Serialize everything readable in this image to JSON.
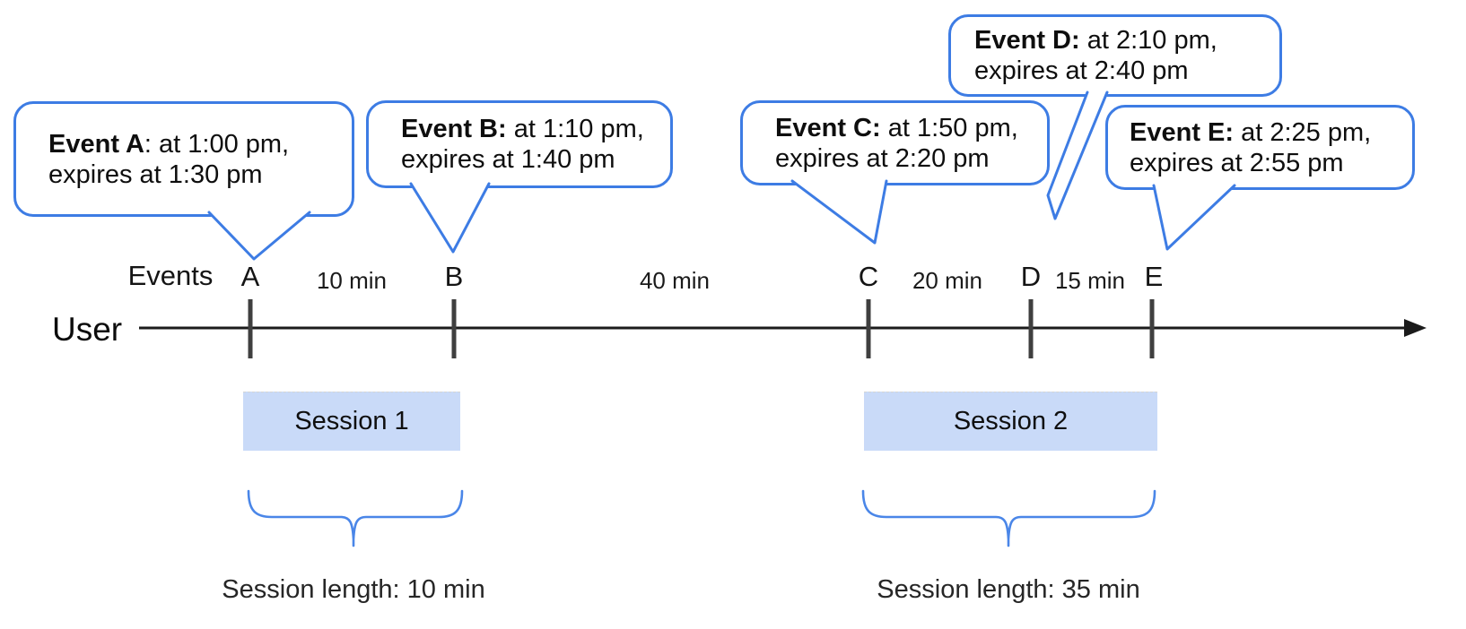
{
  "colors": {
    "bubble_border": "#3d7ce4",
    "brace": "#4a86e8",
    "session_fill": "#c9daf8",
    "tick": "#3f3f3f",
    "axis": "#1b1b1b"
  },
  "bubbles": [
    {
      "event": "A",
      "bold": "Event A",
      "rest": ": at 1:00 pm,",
      "line2": "expires at 1:30 pm"
    },
    {
      "event": "B",
      "bold": "Event B:",
      "rest": " at 1:10 pm,",
      "line2": "expires at 1:40 pm"
    },
    {
      "event": "C",
      "bold": "Event C:",
      "rest": " at 1:50 pm,",
      "line2": "expires at 2:20 pm"
    },
    {
      "event": "D",
      "bold": "Event D:",
      "rest": " at 2:10 pm,",
      "line2": "expires at 2:40 pm"
    },
    {
      "event": "E",
      "bold": "Event E:",
      "rest": " at 2:25 pm,",
      "line2": "expires at 2:55 pm"
    }
  ],
  "timeline": {
    "user_label": "User",
    "events_label": "Events",
    "event_marks": [
      "A",
      "B",
      "C",
      "D",
      "E"
    ],
    "intervals": [
      "10 min",
      "40 min",
      "20 min",
      "15 min"
    ]
  },
  "sessions": [
    {
      "label": "Session 1",
      "length": "Session length: 10 min"
    },
    {
      "label": "Session 2",
      "length": "Session length: 35 min"
    }
  ]
}
